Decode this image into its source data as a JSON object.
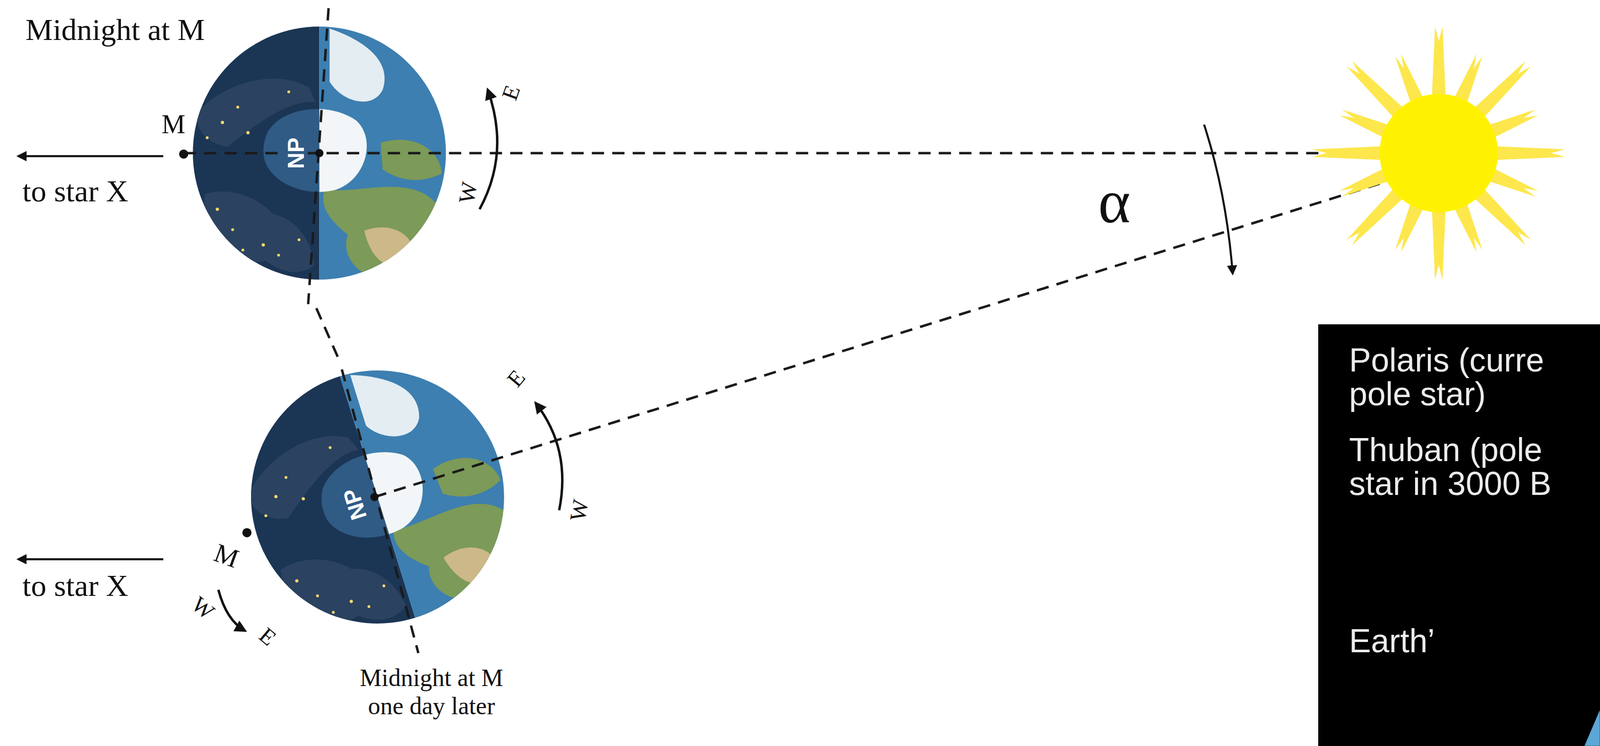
{
  "diagram": {
    "nodes": [
      {
        "text": [
          "NP"
        ]
      },
      {
        "text": [
          "NP"
        ]
      },
      {
        "text": [
          "Polaris (curre",
          "pole star)",
          "Thuban (pole",
          "star in 3000 B",
          "Earth’"
        ]
      }
    ],
    "labels": [
      "Midnight at M",
      "M",
      "to star X",
      "E",
      "W",
      "α",
      "to star X",
      "M",
      "W",
      "E",
      "E",
      "W",
      "Midnight at M one day later"
    ]
  }
}
